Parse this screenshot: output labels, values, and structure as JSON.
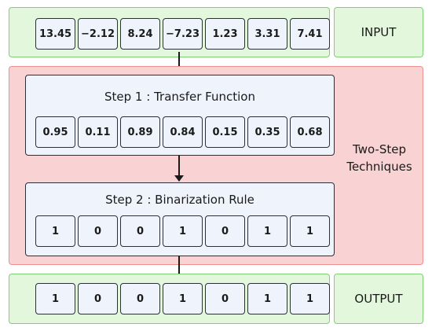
{
  "input": {
    "label": "INPUT",
    "values": [
      "13.45",
      "−2.12",
      "8.24",
      "−7.23",
      "1.23",
      "3.31",
      "7.41"
    ]
  },
  "techniques": {
    "label_line1": "Two-Step",
    "label_line2": "Techniques",
    "step1": {
      "title": "Step 1 : Transfer Function",
      "values": [
        "0.95",
        "0.11",
        "0.89",
        "0.84",
        "0.15",
        "0.35",
        "0.68"
      ]
    },
    "step2": {
      "title": "Step 2 : Binarization Rule",
      "values": [
        "1",
        "0",
        "0",
        "1",
        "0",
        "1",
        "1"
      ]
    }
  },
  "output": {
    "label": "OUTPUT",
    "values": [
      "1",
      "0",
      "0",
      "1",
      "0",
      "1",
      "1"
    ]
  },
  "colors": {
    "green_fill": "#e2f7dc",
    "green_border": "#7fcf77",
    "pink_fill": "#f9d3d3",
    "pink_border": "#ee8f8f",
    "cell_fill": "#eef3fc"
  }
}
